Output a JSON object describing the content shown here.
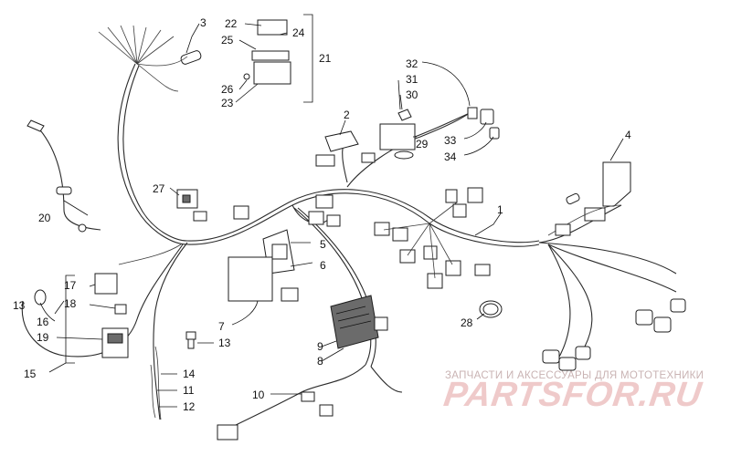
{
  "callouts": {
    "c1": "1",
    "c2": "2",
    "c3": "3",
    "c4": "4",
    "c5": "5",
    "c6": "6",
    "c7": "7",
    "c8": "8",
    "c9": "9",
    "c10": "10",
    "c11": "11",
    "c12": "12",
    "c13a": "13",
    "c13b": "13",
    "c14": "14",
    "c15": "15",
    "c16": "16",
    "c17": "17",
    "c18": "18",
    "c19": "19",
    "c20": "20",
    "c21": "21",
    "c22": "22",
    "c23": "23",
    "c24": "24",
    "c25": "25",
    "c26": "26",
    "c27": "27",
    "c28": "28",
    "c29": "29",
    "c30": "30",
    "c31": "31",
    "c32": "32",
    "c33": "33",
    "c34": "34"
  },
  "watermark": {
    "subtitle": "ЗАПЧАСТИ И АКСЕССУАРЫ ДЛЯ МОТОТЕХНИКИ",
    "brand": "PARTSFOR.RU"
  },
  "colors": {
    "line": "#1e1e1e",
    "watermark": "#efcaca"
  }
}
